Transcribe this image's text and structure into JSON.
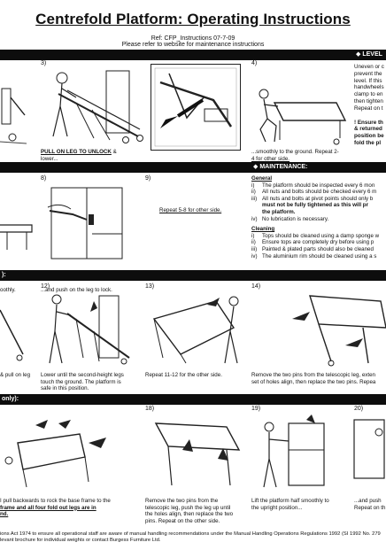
{
  "header": {
    "title": "Centrefold Platform: Operating Instructions",
    "ref": "Ref: CFP_Instructions 07-7-09",
    "note": "Please refer to website for maintenance instructions"
  },
  "bar1": {
    "level_heading": "LEVEL"
  },
  "row1": {
    "step3_num": "3)",
    "step3_bold": "PULL ON LEG TO UNLOCK",
    "step3_rest": " &",
    "step3_line2": "lower...",
    "step4_num": "4)",
    "step4_text": "...smoothly to the ground. Repeat 2-",
    "step4_text2": "4 for other side."
  },
  "level": {
    "lines": [
      "Uneven or c",
      "prevent the",
      "level. If this",
      "handwheels",
      "clamp to en",
      "then tighten",
      "Repeat on t"
    ],
    "warn_lines": [
      "! Ensure th",
      "& returned",
      "position be",
      "fold the pl"
    ]
  },
  "bar2": {
    "maintenance": "MAINTENANCE:"
  },
  "row2": {
    "step8_num": "8)",
    "step9_num": "9)",
    "step9_text": "Repeat 5-8 for other side.",
    "left_fragment": "oothly.",
    "step8_caption": "...and push on the leg to lock."
  },
  "maintenance": {
    "general_heading": "General",
    "general": [
      {
        "n": "i)",
        "t": "The platform should be inspected every 6 mon"
      },
      {
        "n": "ii)",
        "t": "All nuts and bolts should be checked every 6 m"
      },
      {
        "n": "iii)",
        "t": "All nuts and bolts at pivot points should only b"
      },
      {
        "n": "",
        "t": "must not be fully tightened as this will pr",
        "bold": true
      },
      {
        "n": "",
        "t": "the platform.",
        "bold": true
      },
      {
        "n": "iv)",
        "t": "No lubrication is necessary."
      }
    ],
    "cleaning_heading": "Cleaning",
    "cleaning": [
      {
        "n": "i)",
        "t": "Tops should be cleaned using a damp sponge w"
      },
      {
        "n": "ii)",
        "t": "Ensure tops are completely dry before using p"
      },
      {
        "n": "iii)",
        "t": "Painted & plated parts should also be cleaned"
      },
      {
        "n": "iv)",
        "t": "The aluminium rim should be cleaned using a s"
      }
    ]
  },
  "bar3": {
    "left": "):"
  },
  "row3": {
    "step12_num": "12)",
    "step13_num": "13)",
    "step14_num": "14)",
    "left_caption_1": "& pull on leg",
    "step12_caption": [
      "Lower until the second-height legs",
      "touch the ground. The platform is",
      "safe in this position."
    ],
    "step13_caption": "Repeat 11-12 for the other side.",
    "step14_caption": [
      "Remove the two pins from the telescopic leg, exten",
      "set of holes align, then replace the two pins. Repea"
    ]
  },
  "bar4": {
    "left": "only):"
  },
  "row4": {
    "step18_num": "18)",
    "step19_num": "19)",
    "step20_num": "20)",
    "left_caption": [
      "I pull backwards to rock the base frame to the",
      "frame and all four fold out legs are in",
      "nd."
    ],
    "step18_caption": [
      "Remove the two pins from the",
      "telescopic leg, push the leg up until",
      "the holes align, then replace the two",
      "pins. Repeat on the other side."
    ],
    "step19_caption": [
      "Lift the platform half smoothly to",
      "the upright position..."
    ],
    "step20_caption": [
      "...and push",
      "Repeat on th"
    ]
  },
  "footer": {
    "line1": "ions Act 1974 to ensure all operational staff are aware of manual handling recommendations under the Manual Handling Operations Regulations 1992 (SI 1992 No. 279",
    "line2": "levant brochure for individual weights or contact Burgess Furniture Ltd."
  }
}
